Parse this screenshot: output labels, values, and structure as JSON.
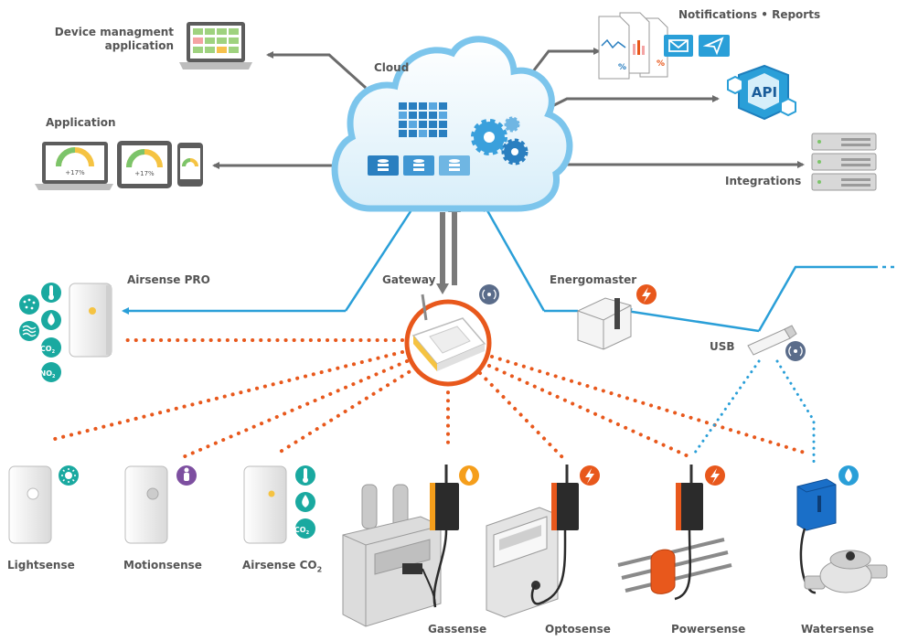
{
  "cloud": {
    "label": "Cloud"
  },
  "labels": {
    "device_management_line1": "Device managment",
    "device_management_line2": "application",
    "application": "Application",
    "notifications": "Notifications",
    "separator": "•",
    "reports": "Reports",
    "api": "API",
    "integrations": "Integrations",
    "gateway": "Gateway",
    "airsense_pro": "Airsense PRO",
    "energomaster": "Energomaster",
    "usb": "USB",
    "lightsense": "Lightsense",
    "motionsense": "Motionsense",
    "airsense_co2": "Airsense CO",
    "airsense_co2_sub": "2",
    "gassense": "Gassense",
    "optosense": "Optosense",
    "powersense": "Powersense",
    "watersense": "Watersense"
  },
  "badges": {
    "co2": "CO",
    "co2_sub": "2",
    "no2": "NO",
    "no2_sub": "2"
  },
  "app_gauge_value": "+17%",
  "report_symbol": "%",
  "colors": {
    "blue": "#2a9fd8",
    "orange": "#e8581c",
    "gray_arrow": "#6b6b6b",
    "teal": "#1aa9a0",
    "purple": "#7d4fa0",
    "navy": "#5a6c8a",
    "text": "#555555"
  }
}
